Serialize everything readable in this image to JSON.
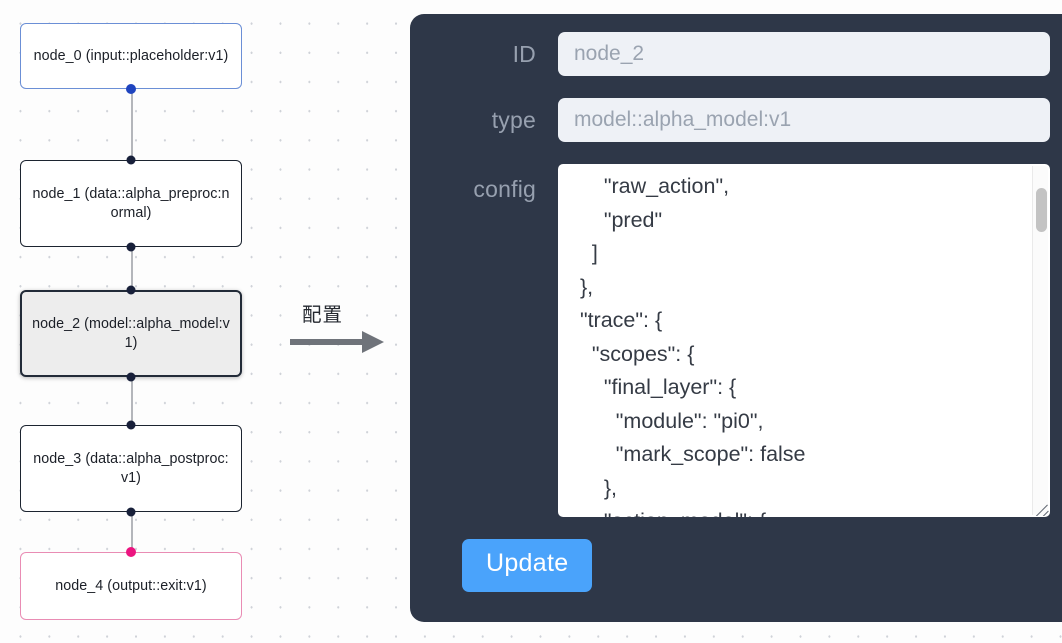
{
  "graph": {
    "nodes": [
      {
        "id": "node_0",
        "title": "node_0",
        "subtitle": "(input::placeholder:v1)",
        "kind": "input",
        "selected": false
      },
      {
        "id": "node_1",
        "title": "node_1",
        "subtitle": "(data::alpha_preproc:normal)",
        "kind": "default",
        "selected": false
      },
      {
        "id": "node_2",
        "title": "node_2",
        "subtitle": "(model::alpha_model:v1)",
        "kind": "default",
        "selected": true
      },
      {
        "id": "node_3",
        "title": "node_3",
        "subtitle": "(data::alpha_postproc:v1)",
        "kind": "default",
        "selected": false
      },
      {
        "id": "node_4",
        "title": "node_4",
        "subtitle": "(output::exit:v1)",
        "kind": "output",
        "selected": false
      }
    ],
    "node_labels": [
      "node_0\n(input::placeholder:v1)",
      "node_1\n(data::alpha_preproc:normal)",
      "node_2\n(model::alpha_model:v1)",
      "node_3\n(data::alpha_postproc:v1)",
      "node_4\n(output::exit:v1)"
    ],
    "edges": [
      {
        "from": "node_0",
        "to": "node_1"
      },
      {
        "from": "node_1",
        "to": "node_2"
      },
      {
        "from": "node_2",
        "to": "node_3"
      },
      {
        "from": "node_3",
        "to": "node_4"
      }
    ],
    "colors": {
      "input_border": "#6b8fd6",
      "output_border": "#e98cb4",
      "default_border": "#1c2430",
      "selected_fill": "#ededed",
      "handle_default": "#18203a",
      "handle_input": "#1f44bf",
      "handle_output": "#ec1480",
      "edge": "#b4b6bb"
    }
  },
  "arrow": {
    "label": "配置",
    "color": "#6b6f76"
  },
  "panel": {
    "background": "#2e3748",
    "fields": [
      {
        "key": "id",
        "label": "ID",
        "value": "node_2"
      },
      {
        "key": "type",
        "label": "type",
        "value": "model::alpha_model:v1"
      }
    ],
    "id_label": "ID",
    "id_value": "node_2",
    "type_label": "type",
    "type_value": "model::alpha_model:v1",
    "config_label": "config",
    "config_value": "      \"raw_action\",\n      \"pred\"\n    ]\n  },\n  \"trace\": {\n    \"scopes\": {\n      \"final_layer\": {\n        \"module\": \"pi0\",\n        \"mark_scope\": false\n      },\n      \"action_model\": {",
    "update_label": "Update",
    "update_color": "#4aa3fb"
  }
}
